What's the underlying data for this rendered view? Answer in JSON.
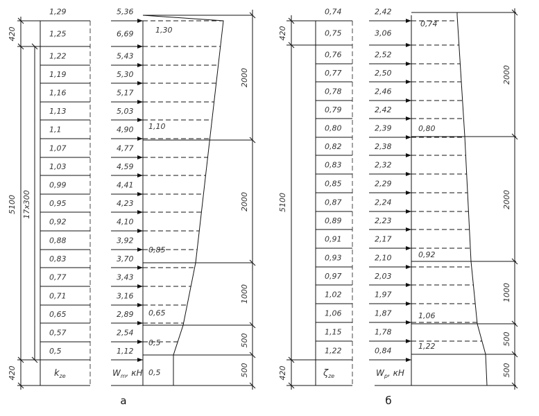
{
  "panels": [
    {
      "id": "a",
      "caption": "а",
      "k_header": "k",
      "k_header_sub": "z",
      "k_header_sub2": "e",
      "w_header": "W",
      "w_header_sub": "m",
      "w_header_unit": ", кН",
      "k_values": [
        "1,29",
        "1,25",
        "1,22",
        "1,19",
        "1,16",
        "1,13",
        "1,1",
        "1,07",
        "1,03",
        "0,99",
        "0,95",
        "0,92",
        "0,88",
        "0,83",
        "0,77",
        "0,71",
        "0,65",
        "0,57",
        "0,5"
      ],
      "w_values": [
        "5,36",
        "6,69",
        "5,43",
        "5,30",
        "5,17",
        "5,03",
        "4,90",
        "4,77",
        "4,59",
        "4,41",
        "4,23",
        "4,10",
        "3,92",
        "3,70",
        "3,43",
        "3,16",
        "2,89",
        "2,54",
        "1,12"
      ],
      "profile_labels": [
        "1,30",
        "1,10",
        "0,85",
        "0,65",
        "0,5",
        "0,5"
      ],
      "left_dims": [
        "420",
        "5100",
        "17х300",
        "420"
      ],
      "right_dims": [
        "2000",
        "2000",
        "1000",
        "500",
        "500"
      ]
    },
    {
      "id": "b",
      "caption": "б",
      "k_header": "ζ",
      "k_header_sub": "z",
      "k_header_sub2": "e",
      "w_header": "W",
      "w_header_sub": "p",
      "w_header_unit": ", кН",
      "k_values": [
        "0,74",
        "0,75",
        "0,76",
        "0,77",
        "0,78",
        "0,79",
        "0,80",
        "0,82",
        "0,83",
        "0,85",
        "0,87",
        "0,89",
        "0,91",
        "0,93",
        "0,97",
        "1,02",
        "1,06",
        "1,15",
        "1,22"
      ],
      "w_values": [
        "2,42",
        "3,06",
        "2,52",
        "2,50",
        "2,46",
        "2,42",
        "2,39",
        "2,38",
        "2,32",
        "2,29",
        "2,24",
        "2,23",
        "2,17",
        "2,10",
        "2,03",
        "1,97",
        "1,87",
        "1,78",
        "0,84"
      ],
      "profile_labels": [
        "0,74",
        "0,80",
        "0,92",
        "1,06",
        "1,22"
      ],
      "left_dims": [
        "420",
        "5100",
        "420"
      ],
      "right_dims": [
        "2000",
        "2000",
        "1000",
        "500",
        "500"
      ]
    }
  ]
}
